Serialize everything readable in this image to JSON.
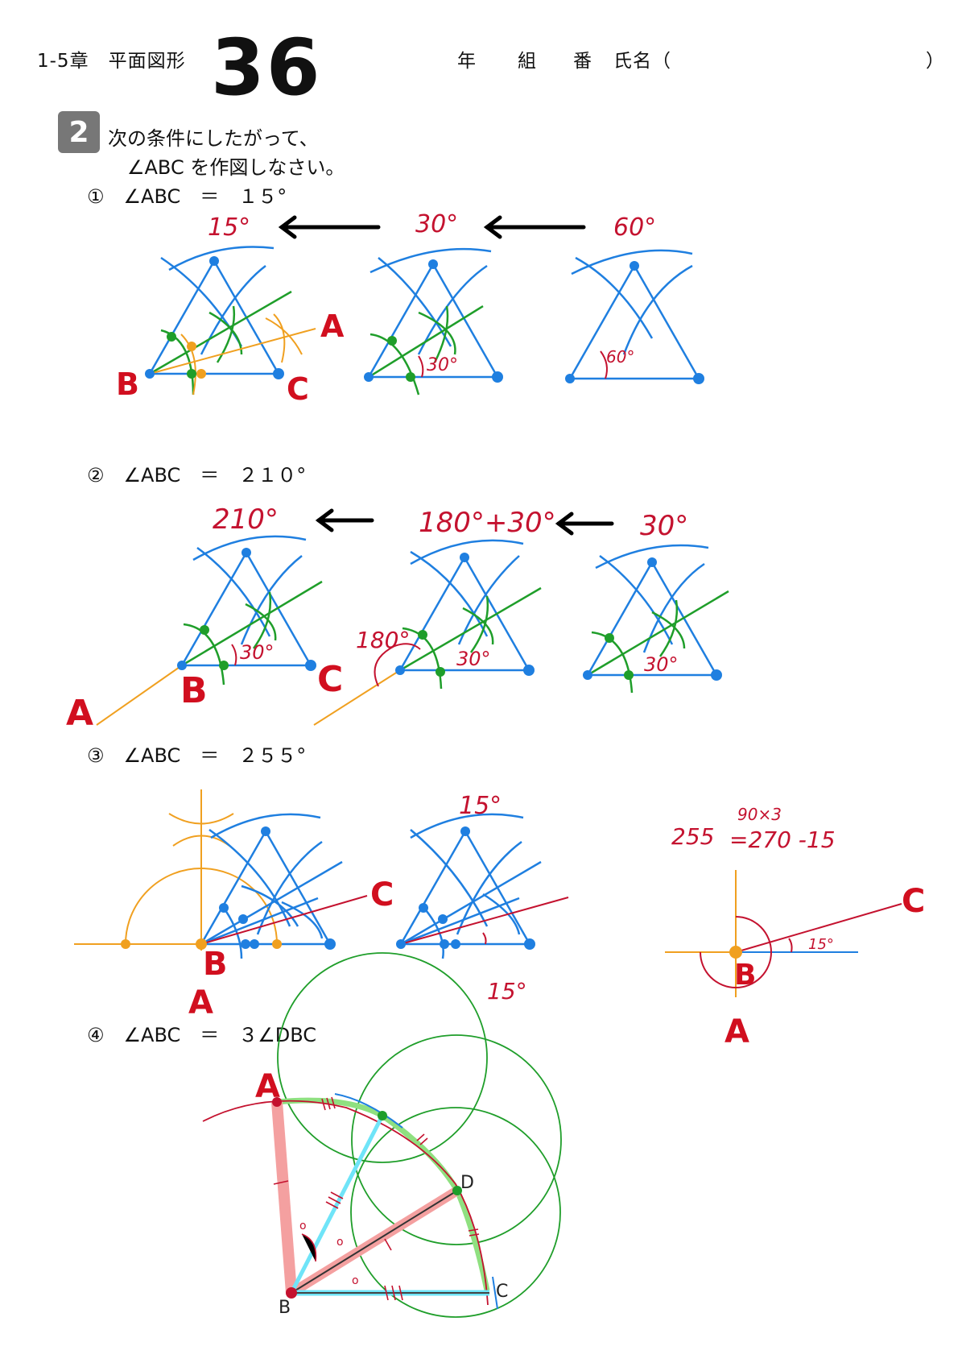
{
  "header": {
    "chapter": "1-5章　平面図形",
    "sheet_number": "36",
    "year_label": "年",
    "class_label": "組",
    "number_label": "番",
    "name_label": "氏名（",
    "name_close": "）"
  },
  "question": {
    "number": "2",
    "line1": "次の条件にしたがって、",
    "line2": "∠ABC を作図しなさい。"
  },
  "problems": [
    {
      "label": "①　∠ABC　＝　１５°",
      "notes": [
        "15°",
        "30°",
        "60°",
        "30°",
        "60°"
      ],
      "points": [
        "A",
        "B",
        "C"
      ]
    },
    {
      "label": "②　∠ABC　＝　２１０°",
      "notes": [
        "210°",
        "180°+30°",
        "30°",
        "30°",
        "180°",
        "30°",
        "30°"
      ],
      "points": [
        "A",
        "B",
        "C"
      ]
    },
    {
      "label": "③　∠ABC　＝　２５５°",
      "notes": [
        "15°",
        "15°",
        "90×3",
        "255",
        "=270 -15",
        "15°"
      ],
      "points": [
        "C",
        "B",
        "A",
        "C",
        "B",
        "A"
      ]
    },
    {
      "label": "④　∠ABC　＝　３∠DBC",
      "points": [
        "A",
        "D",
        "B",
        "C"
      ]
    }
  ],
  "colors": {
    "blue": "#1f7fe0",
    "green": "#1f9e2a",
    "orange": "#f0a020",
    "red": "#c4122f",
    "pink": "#f4a0a0",
    "cyan": "#6fe4f8",
    "light_green": "#8fe080",
    "badge": "#777777"
  }
}
